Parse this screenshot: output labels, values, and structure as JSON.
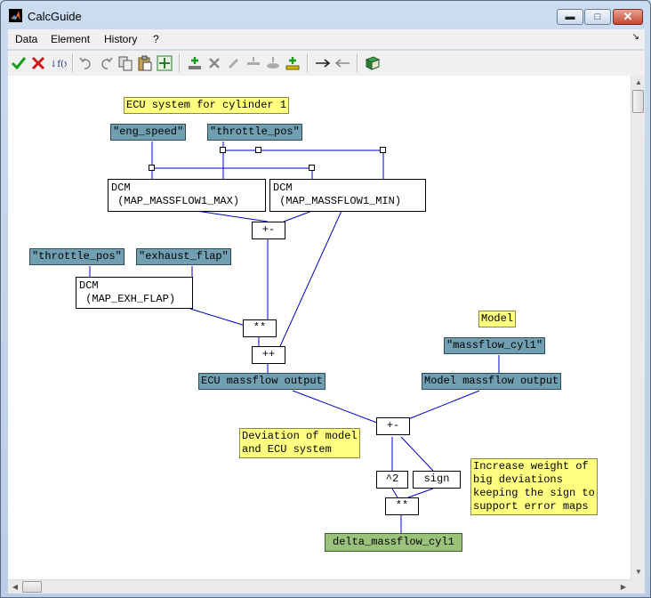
{
  "window": {
    "title": "CalcGuide"
  },
  "menu": {
    "items": [
      "Data",
      "Element",
      "History",
      "?"
    ]
  },
  "toolbar": {
    "icons": [
      "accept-icon",
      "cancel-icon",
      "function-icon",
      "undo-icon",
      "redo-icon",
      "copy-icon",
      "paste-icon",
      "move-icon",
      "add-element-icon",
      "delete-element-icon",
      "edit-icon",
      "insert-above-icon",
      "insert-below-icon",
      "insert-into-icon",
      "link-right-icon",
      "link-left-icon",
      "book-icon"
    ]
  },
  "diagram": {
    "nodes": {
      "note_ecu_system": "ECU system for cylinder 1",
      "sig_eng_speed": "\"eng_speed\"",
      "sig_throttle_pos_1": "\"throttle_pos\"",
      "dcm_massflow_max": "DCM\n (MAP_MASSFLOW1_MAX)",
      "dcm_massflow_min": "DCM\n (MAP_MASSFLOW1_MIN)",
      "op_plusminus_1": "+-",
      "sig_throttle_pos_2": "\"throttle_pos\"",
      "sig_exhaust_flap": "\"exhaust_flap\"",
      "dcm_exh_flap": "DCM\n (MAP_EXH_FLAP)",
      "op_power_1": "**",
      "op_plusplus": "++",
      "ecu_output": "ECU massflow output",
      "note_model": "Model",
      "sig_massflow_cyl1": "\"massflow_cyl1\"",
      "model_output": "Model massflow output",
      "op_plusminus_2": "+-",
      "note_deviation": "Deviation of model\nand ECU system",
      "op_square": "^2",
      "op_sign": "sign",
      "note_increase": "Increase weight of\nbig deviations\nkeeping the sign to\nsupport error maps",
      "op_power_2": "**",
      "result": "delta_massflow_cyl1"
    }
  },
  "colors": {
    "signal": "#6f9fb0",
    "note": "#ffff80",
    "result": "#9ac27a",
    "link": "#0000c8"
  }
}
